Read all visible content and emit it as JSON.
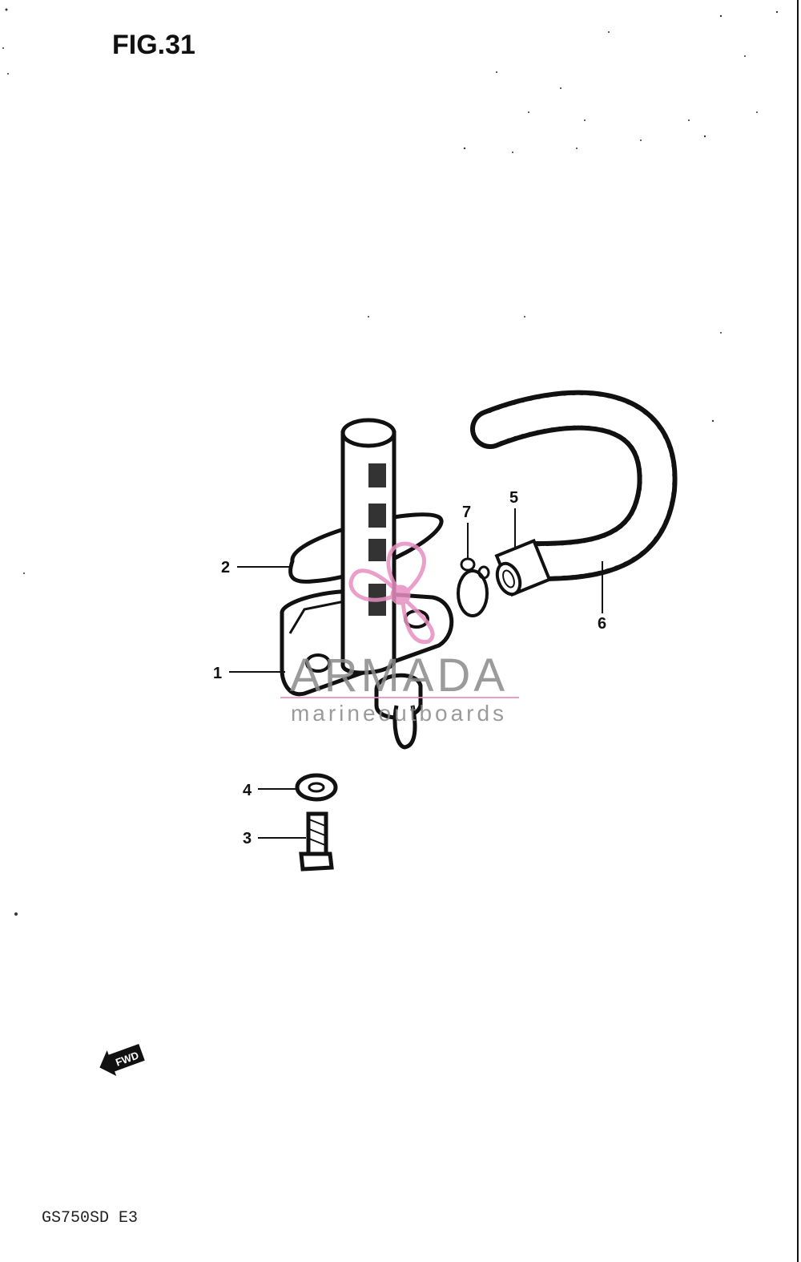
{
  "figure": {
    "title": "FIG.31",
    "model_code": "GS750SD E3"
  },
  "callouts": [
    {
      "id": "c1",
      "label": "1",
      "part": "fuel-cock-body"
    },
    {
      "id": "c2",
      "label": "2",
      "part": "o-ring"
    },
    {
      "id": "c3",
      "label": "3",
      "part": "bolt"
    },
    {
      "id": "c4",
      "label": "4",
      "part": "washer"
    },
    {
      "id": "c5",
      "label": "5",
      "part": "hose-end"
    },
    {
      "id": "c6",
      "label": "6",
      "part": "fuel-hose"
    },
    {
      "id": "c7",
      "label": "7",
      "part": "hose-clip"
    }
  ],
  "direction_marker": {
    "label": "FWD",
    "icon": "arrow-left-icon"
  },
  "watermark": {
    "brand": "ARMADA",
    "tagline": "marineoutboards",
    "colors": {
      "brand": "#8a8a8a",
      "accent": "#e68fc0",
      "line": "#e68fc0"
    }
  },
  "colors": {
    "ink": "#111111",
    "paper": "#ffffff"
  }
}
